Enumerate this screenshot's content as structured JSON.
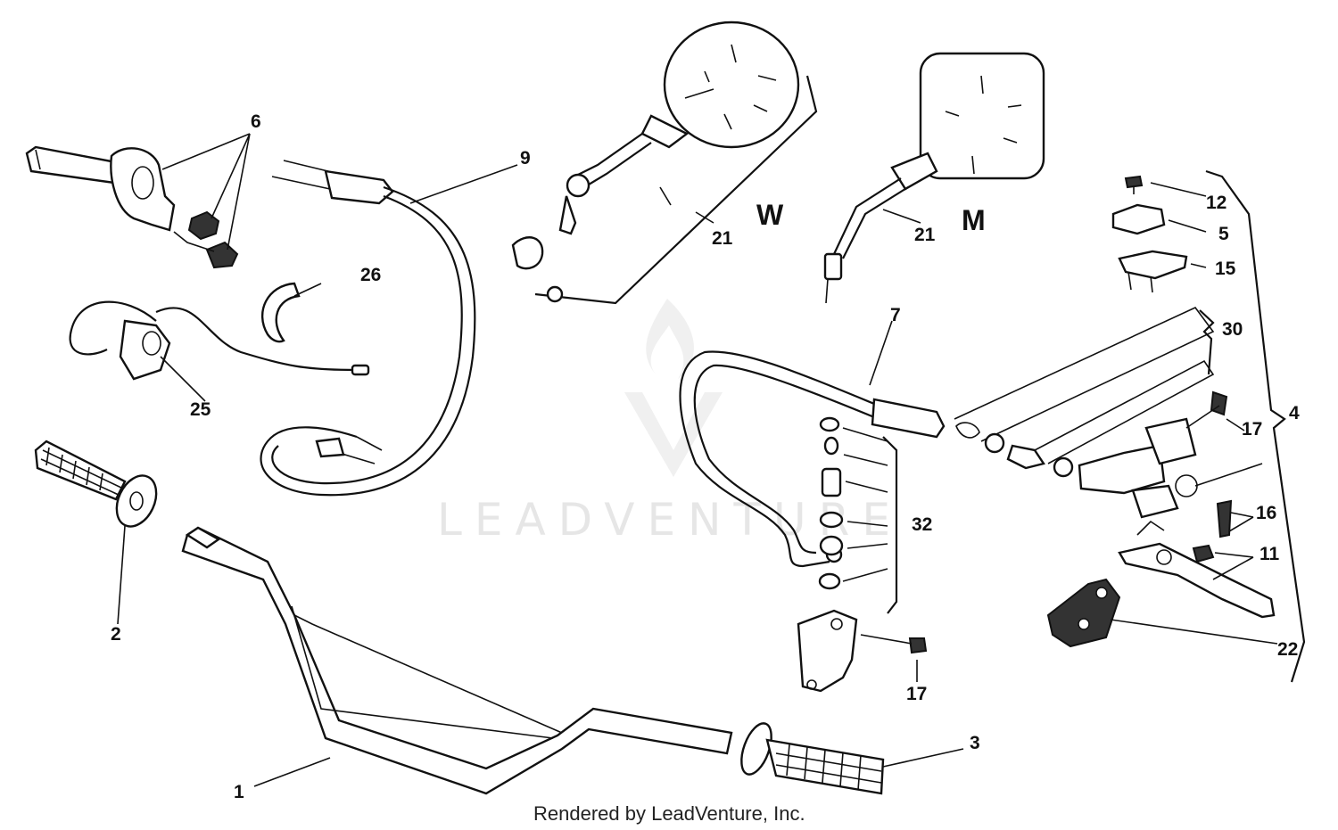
{
  "diagram": {
    "callouts": [
      {
        "id": "c1",
        "text": "1"
      },
      {
        "id": "c2",
        "text": "2"
      },
      {
        "id": "c3",
        "text": "3"
      },
      {
        "id": "c4",
        "text": "4"
      },
      {
        "id": "c5",
        "text": "5"
      },
      {
        "id": "c6",
        "text": "6"
      },
      {
        "id": "c7",
        "text": "7"
      },
      {
        "id": "c9",
        "text": "9"
      },
      {
        "id": "c11",
        "text": "11"
      },
      {
        "id": "c12",
        "text": "12"
      },
      {
        "id": "c15",
        "text": "15"
      },
      {
        "id": "c16",
        "text": "16"
      },
      {
        "id": "c17a",
        "text": "17"
      },
      {
        "id": "c17b",
        "text": "17"
      },
      {
        "id": "c21a",
        "text": "21"
      },
      {
        "id": "c21b",
        "text": "21"
      },
      {
        "id": "c22",
        "text": "22"
      },
      {
        "id": "c25",
        "text": "25"
      },
      {
        "id": "c26",
        "text": "26"
      },
      {
        "id": "c30",
        "text": "30"
      },
      {
        "id": "c32",
        "text": "32"
      }
    ],
    "variants": {
      "w": "W",
      "m": "M"
    },
    "watermark": "LEADVENTURE",
    "footer": "Rendered by LeadVenture, Inc."
  }
}
